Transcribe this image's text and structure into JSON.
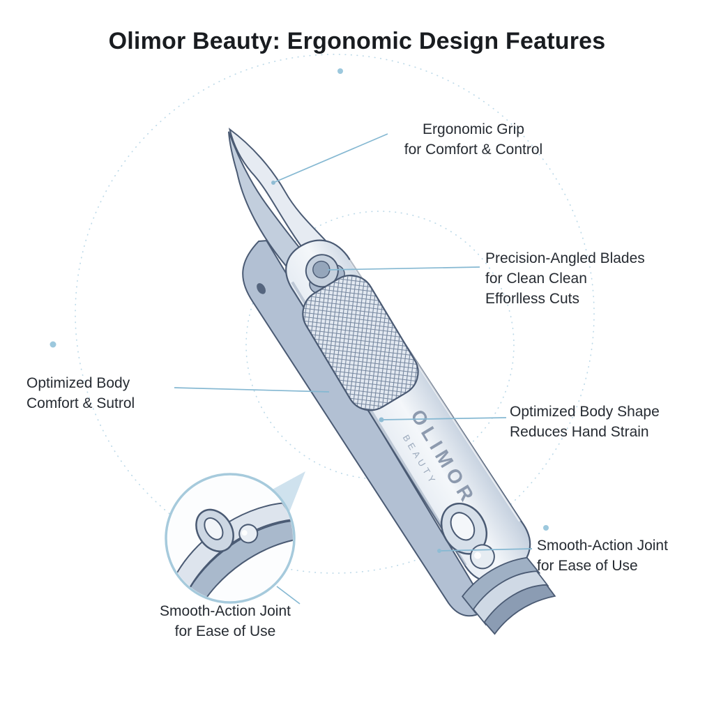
{
  "title": "Olimor Beauty: Ergonomic Design Features",
  "brand": {
    "name": "OLIMOR",
    "subname": "BEAUTY"
  },
  "colors": {
    "accent_line": "#85b8d2",
    "dashed_circle": "#bcd9e8",
    "title_text": "#191c20",
    "label_text": "#262b32",
    "steel_light": "#f2f5f9",
    "steel_mid": "#ccd6e2",
    "steel_dark": "#8b9cb3",
    "outline": "#4a5a73"
  },
  "callouts": [
    {
      "id": "ergonomic-grip",
      "lines": [
        "Ergonomic Grip",
        "for Comfort & Control"
      ]
    },
    {
      "id": "precision-blades",
      "lines": [
        "Precision-Angled Blades",
        "for Clean Clean",
        "Efforlless Cuts"
      ]
    },
    {
      "id": "optimized-body-left",
      "lines": [
        "Optimized Body",
        "Comfort & Sutrol"
      ]
    },
    {
      "id": "optimized-body-shape",
      "lines": [
        "Optimized Body Shape",
        "Reduces Hand Strain"
      ]
    },
    {
      "id": "smooth-joint-right",
      "lines": [
        "Smooth-Action Joint",
        "for Ease of Use"
      ]
    },
    {
      "id": "smooth-joint-bottom",
      "lines": [
        "Smooth-Action Joint",
        "for Ease of Use"
      ]
    }
  ]
}
